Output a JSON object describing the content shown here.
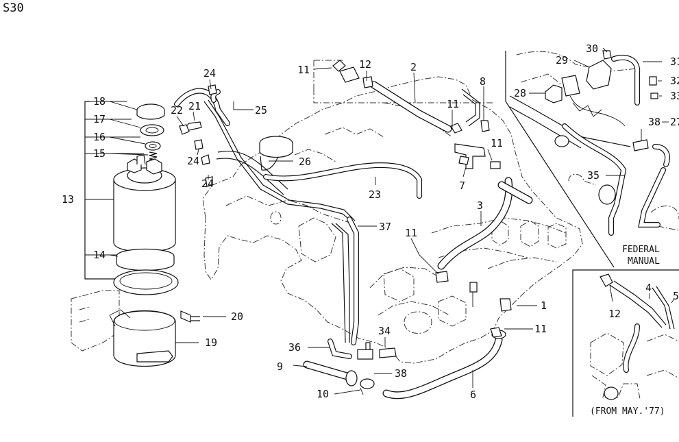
{
  "page_code": "S30",
  "part_labels": {
    "p1": "1",
    "p2": "2",
    "p3": "3",
    "p4": "4",
    "p5": "5",
    "p6": "6",
    "p7": "7",
    "p8": "8",
    "p9": "9",
    "p10": "10",
    "p11": "11",
    "p12": "12",
    "p13": "13",
    "p14": "14",
    "p15": "15",
    "p16": "16",
    "p17": "17",
    "p18": "18",
    "p19": "19",
    "p20": "20",
    "p21": "21",
    "p22": "22",
    "p23": "23",
    "p24": "24",
    "p25": "25",
    "p26": "26",
    "p27": "27",
    "p28": "28",
    "p29": "29",
    "p30": "30",
    "p31": "31",
    "p32": "32",
    "p33": "33",
    "p34": "34",
    "p35": "35",
    "p36": "36",
    "p37": "37",
    "p38": "38"
  },
  "inset_federal": {
    "caption_line1": "FEDERAL",
    "caption_line2": "MANUAL"
  },
  "inset_may77": {
    "caption": "(FROM MAY.'77)"
  }
}
